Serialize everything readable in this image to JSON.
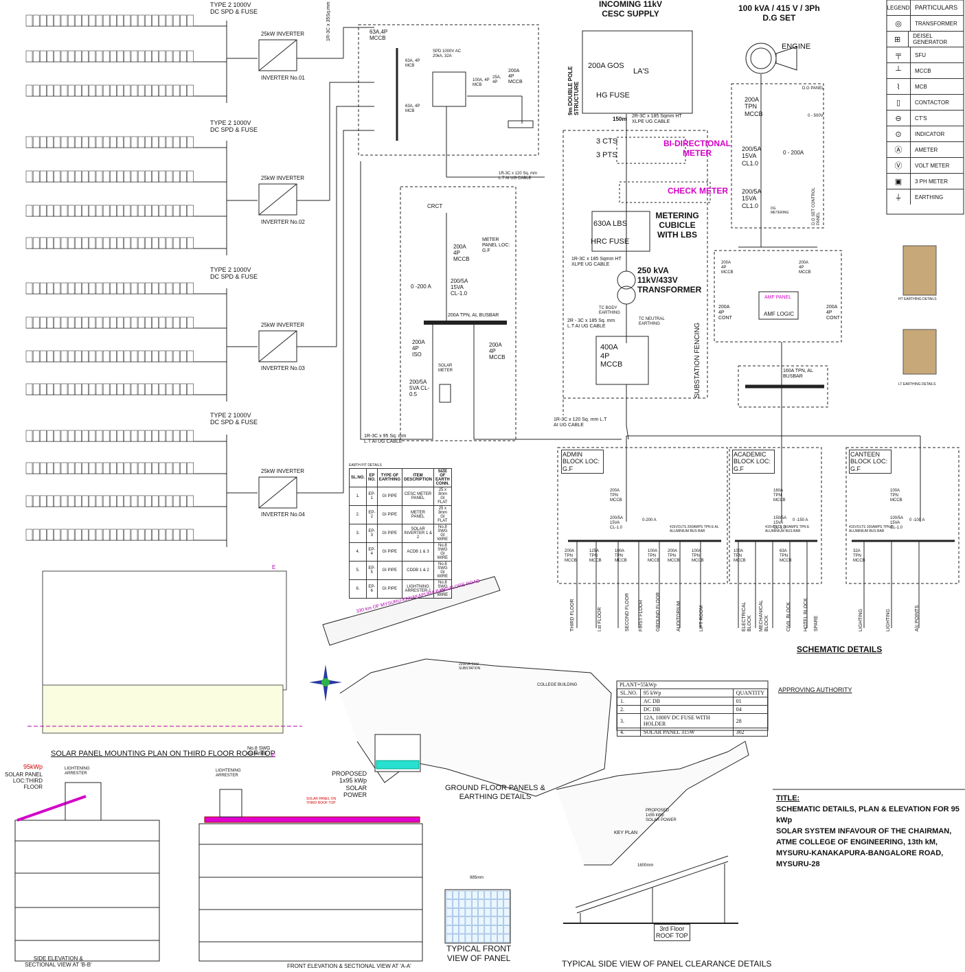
{
  "pv_array": {
    "spd_label_line1": "TYPE 2 1000V",
    "spd_label_line2": "DC SPD & FUSE",
    "inverter_rating": "25kW INVERTER",
    "inverters": [
      "INVERTER No.01",
      "INVERTER No.02",
      "INVERTER No.03",
      "INVERTER No.04"
    ],
    "dc_cable": "1R-3C x 35Sq.mm L.T AI UG CABLE"
  },
  "acdb": {
    "main_mccb": "63A,4P MCCB",
    "mcb_left_top": "63A, 4P MCB",
    "mcb_left_bottom": "63A, 4P MCB",
    "spd": "SPD 1000V AC 20kA, 32A",
    "mcb_mid": "100A, 4P MCB",
    "mcb_25a": "25A, 4P",
    "mccb_200a": "200A 4P MCCB",
    "cable": "1R-3C x 120 Sq. mm L.T AI UG CABLE"
  },
  "metering_panel": {
    "ct": "CRCT",
    "mccb": "200A 4P MCCB",
    "ammeter": "0 -200 A",
    "ct_ratio": "200/5A 15VA CL-1.0",
    "meter_panel": "METER PANEL LOC: G.F",
    "busbar": "200A TPN, AL BUSBAR",
    "iso": "200A 4P ISO",
    "solar_meter": "SOLAR METER",
    "ct2": "200/5A 5VA CL-0.5",
    "mccb2": "200A 4P MCCB",
    "cable_out": "1R-3C x 95 Sq. mm L.T AI UG CABLE"
  },
  "earth_pit_table": {
    "title": "EARTH PIT DETAILS",
    "headers": [
      "SL.NO.",
      "EP NO.",
      "TYPE OF EARTHING",
      "ITEM DESCRIPTION",
      "SIZE OF EARTH CONN."
    ],
    "rows": [
      [
        "1.",
        "EP-1",
        "GI PIPE",
        "CESC METER PANEL",
        "25 x 3mm GI FLAT"
      ],
      [
        "2.",
        "EP-2",
        "GI PIPE",
        "METER PANEL",
        "25 x 3mm GI FLAT"
      ],
      [
        "3.",
        "EP-3",
        "GI PIPE",
        "SOLAR INVERTER 1 & 2",
        "No.8 SWG GI WIRE"
      ],
      [
        "4.",
        "EP-4",
        "GI PIPE",
        "ACDB 1 & 3",
        "No.8 SWG GI WIRE"
      ],
      [
        "5.",
        "EP-5",
        "GI PIPE",
        "CDDB 1 & 2",
        "No.8 SWG GI WIRE"
      ],
      [
        "6.",
        "EP-6",
        "GI PIPE",
        "LIGHTNING ARRESTER-1",
        "No.8 SWG GI WIRE"
      ]
    ]
  },
  "incoming": {
    "title_line1": "INCOMING 11kV",
    "title_line2": "CESC SUPPLY",
    "structure": "9m DOUBLE POLE STRUCTURE",
    "gos": "200A GOS",
    "las": "LA'S",
    "hg_fuse": "HG FUSE",
    "cable_len": "150m",
    "cable": "2R-3C x 185 Sqmm HT XLPE UG CABLE",
    "cts": "3 CTS",
    "pts": "3 PTS",
    "bi_meter": "BI-DIRECTIONAL METER",
    "check_meter": "CHECK METER",
    "lbs": "630A LBS",
    "hrc": "HRC FUSE",
    "cubicle": "METERING CUBICLE WITH LBS",
    "ht_cable": "1R-3C x 185 Sqmm HT XLPE UG CABLE",
    "transformer": "250 kVA 11kV/433V TRANSFORMER",
    "tc_body": "TC BODY EARTHING",
    "tc_neutral": "TC NEUTRAL EARTHING",
    "lt_cable": "2R - 3C x 185 Sq. mm L.T AI UG CABLE",
    "mccb_400": "400A 4P MCCB",
    "fencing": "SUBSTATION FENCING",
    "cable_to_blocks": "1R-3C x 120 Sq. mm L.T AI UG CABLE"
  },
  "dg": {
    "title_line1": "100 kVA / 415 V / 3Ph",
    "title_line2": "D.G SET",
    "engine": "ENGINE",
    "panel": "D.G PANEL",
    "mccb": "200A TPN MCCB",
    "ct1": "200/5A 15VA CL1.0",
    "ammeter": "0 - 200A",
    "ct2": "200/5A 15VA CL1.0",
    "voltmeter": "0 - 500V",
    "dg_meter": "DG METERING",
    "control_panel": "D.G SET CONTROL PANEL",
    "amf_mccb_l": "200A 4P MCCB",
    "amf_mccb_r": "200A 4P MCCB",
    "amf_panel": "AMF PANEL",
    "amf_logic": "AMF LOGIC",
    "cont_l": "200A 4P CONT",
    "cont_r": "200A 4P CONT",
    "busbar": "160A TPN, AL BUSBAR"
  },
  "legend": {
    "header": [
      "LEGEND",
      "PARTICULARS"
    ],
    "items": [
      "TRANSFORMER",
      "DEISEL GENERATOR",
      "SFU",
      "MCCB",
      "MCB",
      "CONTACTOR",
      "CT'S",
      "INDICATOR",
      "AMETER",
      "VOLT METER",
      "3 PH METER",
      "EARTHING"
    ]
  },
  "earthing_details": {
    "detail1": "HT EARTHING DETAILS",
    "detail2": "LT EARTHING DETAILS"
  },
  "blocks": [
    {
      "name": "ADMIN BLOCK LOC: G.F",
      "mccb": "200A TPN MCCB",
      "ct": "200/5A 15VA CL-1.0",
      "ammeter": "0-200 A",
      "busbar": "415VOLTS 200AMPS TPN E AL ALUMINIUM BUS BAR",
      "feeders": [
        "200A TPN MCCB",
        "125A TPN MCCB",
        "100A TPN MCCB",
        "100A TPN MCCB",
        "200A TPN MCCB",
        "100A TPN MCCB"
      ],
      "outputs": [
        "THIRD FLOOR",
        "I.st FLOOR",
        "SECOND FLOOR",
        "FIRST FLOOR",
        "GROUND FLOOR",
        "AUDITORIUM",
        "LIFT ROOM"
      ]
    },
    {
      "name": "ACADEMIC BLOCK LOC: G.F",
      "mccb": "160A TPN MCCB",
      "ct": "150/5A 15VA CL-1.0",
      "ammeter": "0 -150 A",
      "busbar": "415VOLTS 160AMPS TPN E ALUMINIUM BUS BAR",
      "feeders": [
        "100A TPN MCCB",
        "63A TPN MCCB"
      ],
      "outputs": [
        "ELECTRICAL BLOCK",
        "MECHANICAL BLOCK",
        "CIVIL BLOCK",
        "HOTEL BLOCK",
        "SPARE"
      ]
    },
    {
      "name": "CANTEEN BLOCK LOC: G.F",
      "mccb": "100A TPN MCCB",
      "ct": "100/5A 15VA CL-1.0",
      "ammeter": "0 -100 A",
      "busbar": "415VOLTS 100AMPS TPN E ALUMINIUM BUS BAR",
      "feeders": [
        "32A TPN MCCB"
      ],
      "outputs": [
        "LIGHTING",
        "LIGHTING",
        "A/c POINTS"
      ]
    }
  ],
  "schematic_title": "SCHEMATIC DETAILS",
  "roof_plan": {
    "title": "SOLAR PANEL MOUNTING PLAN ON THIRD FLOOR ROOF TOP",
    "swg": "No.8 SWG Gi. WIRE",
    "e_marker": "E"
  },
  "site": {
    "road": "330 km OF MYSURU-KANAKAPURA-BANGALORE ROAD",
    "substation": "220kVA 11kV SUBSTATION",
    "college": "COLLEGE BUILDING",
    "proposed": "PROPOSED 1x95 kWp SOLAR POWER",
    "title_line1": "GROUND FLOOR PANELS &",
    "title_line2": "EARTHING DETAILS"
  },
  "key_plan": {
    "label": "KEY PLAN",
    "proposed": "PROPOSED 1x55 kWp SOLAR POWER"
  },
  "quantity_table": {
    "plant": "PLANT=55kWp",
    "headers": [
      "SL.NO.",
      "95 kWp",
      "QUANTITY"
    ],
    "rows": [
      [
        "1.",
        "AC DB",
        "01"
      ],
      [
        "2.",
        "DC DB",
        "04"
      ],
      [
        "3.",
        "12A, 1000V DC FUSE WITH HOLDER",
        "28"
      ],
      [
        "4.",
        "SOLAR PANEL 315W",
        "302"
      ]
    ]
  },
  "approving": "APPROVING AUTHORITY",
  "title_block": {
    "label": "TITLE:",
    "lines": [
      "SCHEMATIC DETAILS, PLAN & ELEVATION FOR 95 kWp",
      "SOLAR SYSTEM  INFAVOUR OF THE CHAIRMAN,",
      "ATME COLLEGE OF ENGINEERING, 13th kM,",
      "MYSURU-KANAKAPURA-BANGALORE ROAD, MYSURU-28"
    ]
  },
  "side_elevation": {
    "kwp": "95kWp",
    "panel": "SOLAR PANEL LOC:THIRD FLOOR",
    "arrester": "LIGHTENING ARRESTER",
    "title_line1": "SIDE ELEVATION &",
    "title_line2": "SECTIONAL VIEW AT 'B-B'"
  },
  "front_elevation": {
    "arrester": "LIGHTENING ARRESTER",
    "panel": "SOLAR PANEL ON THIRD ROOF TOP",
    "title": "FRONT ELEVATION & SECTIONAL VIEW AT 'A-A'"
  },
  "panel_front": {
    "dim": "985mm",
    "title_line1": "TYPICAL FRONT",
    "title_line2": "VIEW OF  PANEL"
  },
  "panel_side": {
    "dim": "1600mm",
    "floor_line1": "3rd Floor",
    "floor_line2": "ROOF TOP",
    "title": "TYPICAL SIDE VIEW OF PANEL CLEARANCE DETAILS"
  }
}
